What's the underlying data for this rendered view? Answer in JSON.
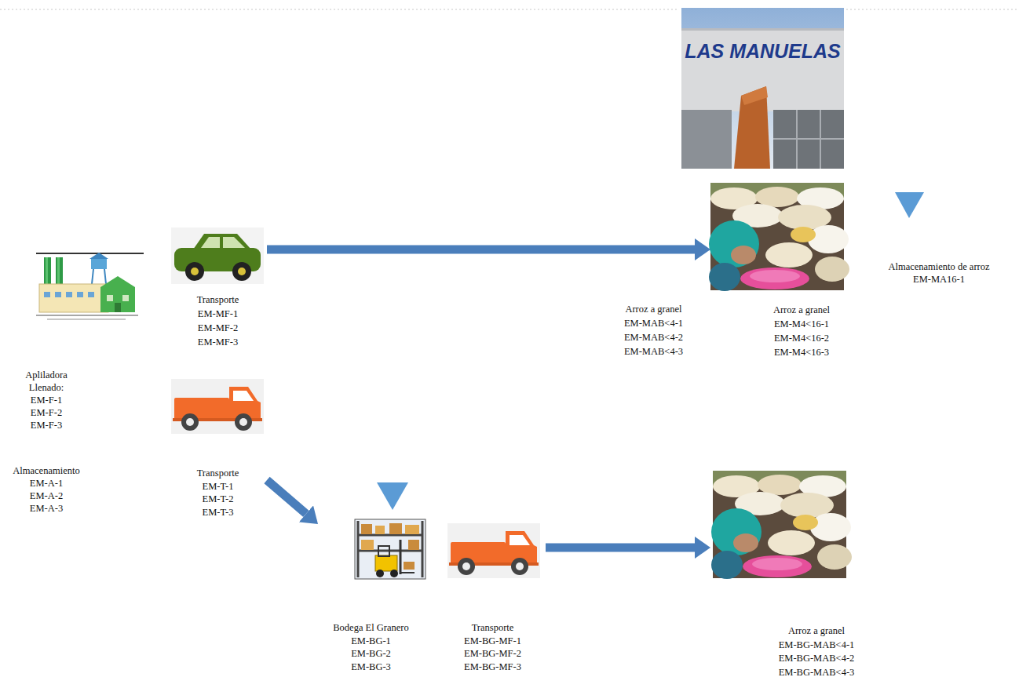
{
  "diagram": {
    "nodes": [
      {
        "text": [
          "Apliladora",
          "Llenado:",
          "EM-F-1",
          "EM-F-2",
          "EM-F-3",
          "Almacenamiento",
          "EM-A-1",
          "EM-A-2",
          "EM-A-3"
        ]
      },
      {
        "text": [
          "Transporte",
          "EM-MF-1",
          "EM-MF-2",
          "EM-MF-3"
        ]
      },
      {
        "text": [
          "Transporte",
          "EM-T-1",
          "EM-T-2",
          "EM-T-3"
        ]
      },
      {
        "text": [
          "LAS MANUELAS"
        ]
      },
      {
        "text": [
          "Arroz a granel",
          "EM-MAB<4-1",
          "EM-MAB<4-2",
          "EM-MAB<4-3"
        ]
      },
      {
        "text": [
          "Arroz a granel",
          "EM-M4<16-1",
          "EM-M4<16-2",
          "EM-M4<16-3"
        ]
      },
      {
        "text": [
          "Almacenamiento de arroz",
          "EM-MA16-1"
        ]
      },
      {
        "text": [
          "Bodega El Granero",
          "EM-BG-1",
          "EM-BG-2",
          "EM-BG-3"
        ]
      },
      {
        "text": [
          "Transporte",
          "EM-BG-MF-1",
          "EM-BG-MF-2",
          "EM-BG-MF-3"
        ]
      },
      {
        "text": [
          "Arroz a granel",
          "EM-BG-MAB<4-1",
          "EM-BG-MAB<4-2",
          "EM-BG-MAB<4-3"
        ]
      }
    ],
    "edges": [
      {
        "from": 1,
        "to": 5,
        "arrow": "to"
      },
      {
        "from": 2,
        "to": 7,
        "arrow": "to"
      },
      {
        "from": 8,
        "to": 9,
        "arrow": "to"
      }
    ]
  }
}
